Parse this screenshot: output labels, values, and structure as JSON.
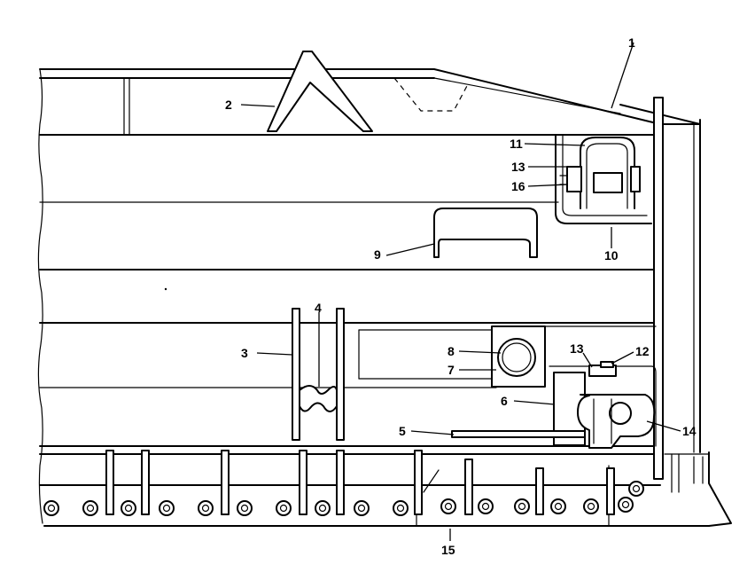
{
  "callouts": [
    {
      "id": "c1",
      "text": "1"
    },
    {
      "id": "c2",
      "text": "2"
    },
    {
      "id": "c3",
      "text": "3"
    },
    {
      "id": "c4",
      "text": "4"
    },
    {
      "id": "c5",
      "text": "5"
    },
    {
      "id": "c6",
      "text": "6"
    },
    {
      "id": "c7",
      "text": "7"
    },
    {
      "id": "c8",
      "text": "8"
    },
    {
      "id": "c9",
      "text": "9"
    },
    {
      "id": "c10",
      "text": "10"
    },
    {
      "id": "c11",
      "text": "11"
    },
    {
      "id": "c12",
      "text": "12"
    },
    {
      "id": "c13a",
      "text": "13"
    },
    {
      "id": "c13b",
      "text": "13"
    },
    {
      "id": "c14",
      "text": "14"
    },
    {
      "id": "c15",
      "text": "15"
    },
    {
      "id": "c16",
      "text": "16"
    }
  ]
}
